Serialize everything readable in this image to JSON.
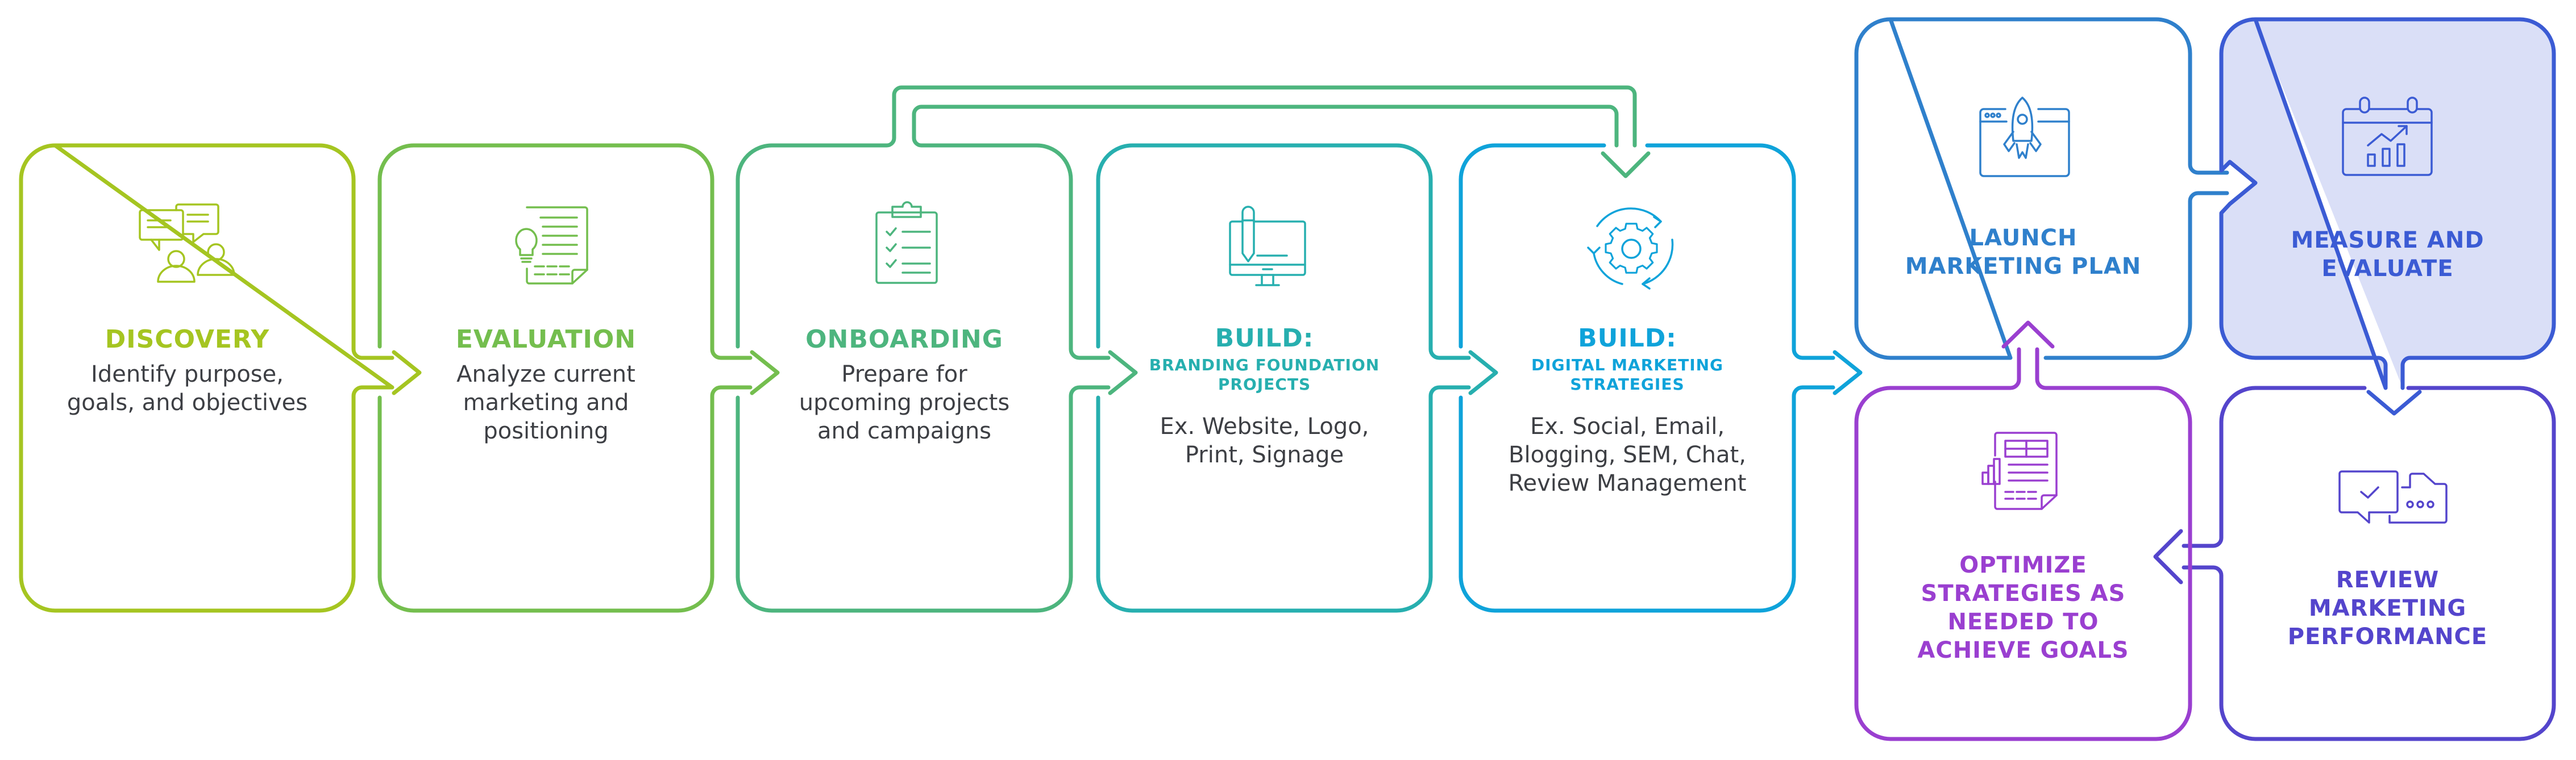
{
  "diagram": {
    "colors": {
      "discovery": "#A5C521",
      "evaluation": "#74BE4E",
      "onboarding": "#4DB57E",
      "build_branding": "#27AFAF",
      "build_digital": "#0FA3DA",
      "launch": "#2F80CC",
      "measure": "#3B5BD4",
      "measure_fill": "#DADFF7",
      "review": "#5445CC",
      "optimize": "#9A3FD0",
      "body_text": "#3D3F44"
    },
    "steps": [
      {
        "id": "discovery",
        "title": "DISCOVERY",
        "description": [
          "Identify purpose,",
          "goals, and objectives"
        ],
        "icon": "conversation-icon"
      },
      {
        "id": "evaluation",
        "title": "EVALUATION",
        "description": [
          "Analyze current",
          "marketing and",
          "positioning"
        ],
        "icon": "document-lightbulb-icon"
      },
      {
        "id": "onboarding",
        "title": "ONBOARDING",
        "description": [
          "Prepare for",
          "upcoming projects",
          "and campaigns"
        ],
        "icon": "clipboard-checklist-icon"
      },
      {
        "id": "build_branding",
        "title": "BUILD:",
        "subtitle": [
          "BRANDING FOUNDATION",
          "PROJECTS"
        ],
        "description": [
          "Ex. Website, Logo,",
          "Print, Signage"
        ],
        "icon": "monitor-pencil-icon"
      },
      {
        "id": "build_digital",
        "title": "BUILD:",
        "subtitle": [
          "DIGITAL MARKETING",
          "STRATEGIES"
        ],
        "description": [
          "Ex. Social, Email,",
          "Blogging, SEM, Chat,",
          "Review Management"
        ],
        "icon": "gear-cycle-icon"
      }
    ],
    "cycle": [
      {
        "id": "launch",
        "title": [
          "LAUNCH",
          "MARKETING PLAN"
        ],
        "icon": "rocket-browser-icon"
      },
      {
        "id": "measure",
        "title": [
          "MEASURE AND",
          "EVALUATE"
        ],
        "icon": "calendar-chart-icon"
      },
      {
        "id": "review",
        "title": [
          "REVIEW",
          "MARKETING",
          "PERFORMANCE"
        ],
        "icon": "chat-bubbles-icon"
      },
      {
        "id": "optimize",
        "title": [
          "OPTIMIZE",
          "STRATEGIES AS",
          "NEEDED TO",
          "ACHIEVE GOALS"
        ],
        "icon": "report-chart-icon"
      }
    ]
  }
}
